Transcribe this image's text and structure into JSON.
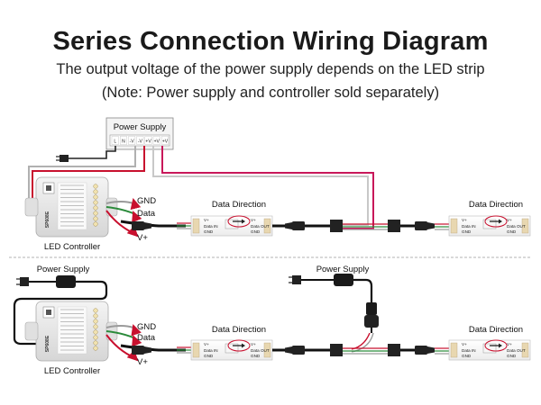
{
  "header": {
    "title": "Series Connection Wiring Diagram",
    "subtitle": "The output voltage of the power supply depends on the LED strip",
    "note": "(Note: Power supply and controller sold separately)"
  },
  "top_section": {
    "power_supply_label": "Power Supply",
    "psu_terminals": [
      "L",
      "N",
      "-V",
      "-V",
      "+V",
      "+V",
      "+V"
    ],
    "controller_label": "LED Controller",
    "wire_labels": {
      "gnd": "GND",
      "data": "Data",
      "vplus": "V+"
    },
    "strip_labels": [
      "Data Direction",
      "Data Direction"
    ]
  },
  "bottom_section": {
    "power_supply_label_left": "Power Supply",
    "power_supply_label_right": "Power Supply",
    "controller_label": "LED Controller",
    "wire_labels": {
      "gnd": "GND",
      "data": "Data",
      "vplus": "V+"
    },
    "strip_labels": [
      "Data Direction",
      "Data Direction"
    ]
  },
  "strip_pad_labels": {
    "in_vplus": "V+",
    "in_data": "Data IN",
    "in_gnd": "GND",
    "out_vplus": "V+",
    "out_data": "Data OUT",
    "out_gnd": "GND"
  },
  "controller_brand": "SP608E"
}
